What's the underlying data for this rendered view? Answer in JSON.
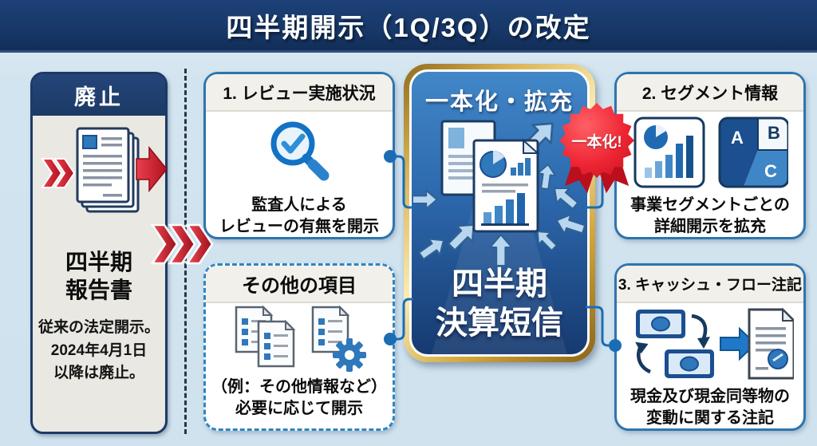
{
  "banner": {
    "title": "四半期開示（1Q/3Q）の改定"
  },
  "left_panel": {
    "header": "廃止",
    "name": "四半期\n報告書",
    "note": "従来の法定開示。\n2024年4月1日\n以降は廃止。"
  },
  "boxes": {
    "review": {
      "title": "1. レビュー実施状況",
      "body": "監査人による\nレビューの有無を開示"
    },
    "other_items": {
      "title": "その他の項目",
      "body": "（例：その他情報など）\n必要に応じて開示"
    },
    "segment": {
      "title": "2. セグメント情報",
      "body": "事業セグメントごとの\n詳細開示を拡充"
    },
    "cashflow": {
      "title": "3. キャッシュ・フロー注記",
      "body": "現金及び現金同等物の\n変動に関する注記"
    }
  },
  "center_box": {
    "header": "一本化・拡充",
    "badge": "一本化!",
    "title": "四半期\n決算短信"
  },
  "segment_icon": {
    "labels": [
      "A",
      "B",
      "C"
    ]
  },
  "colors": {
    "banner_bg": "#173868",
    "page_bg": "#d2e4ef",
    "accent_red": "#d7232e",
    "accent_blue": "#1b6cb5",
    "gold": "#d3a93f",
    "center_blue_top": "#4187c8",
    "center_blue_bottom": "#163a70"
  }
}
